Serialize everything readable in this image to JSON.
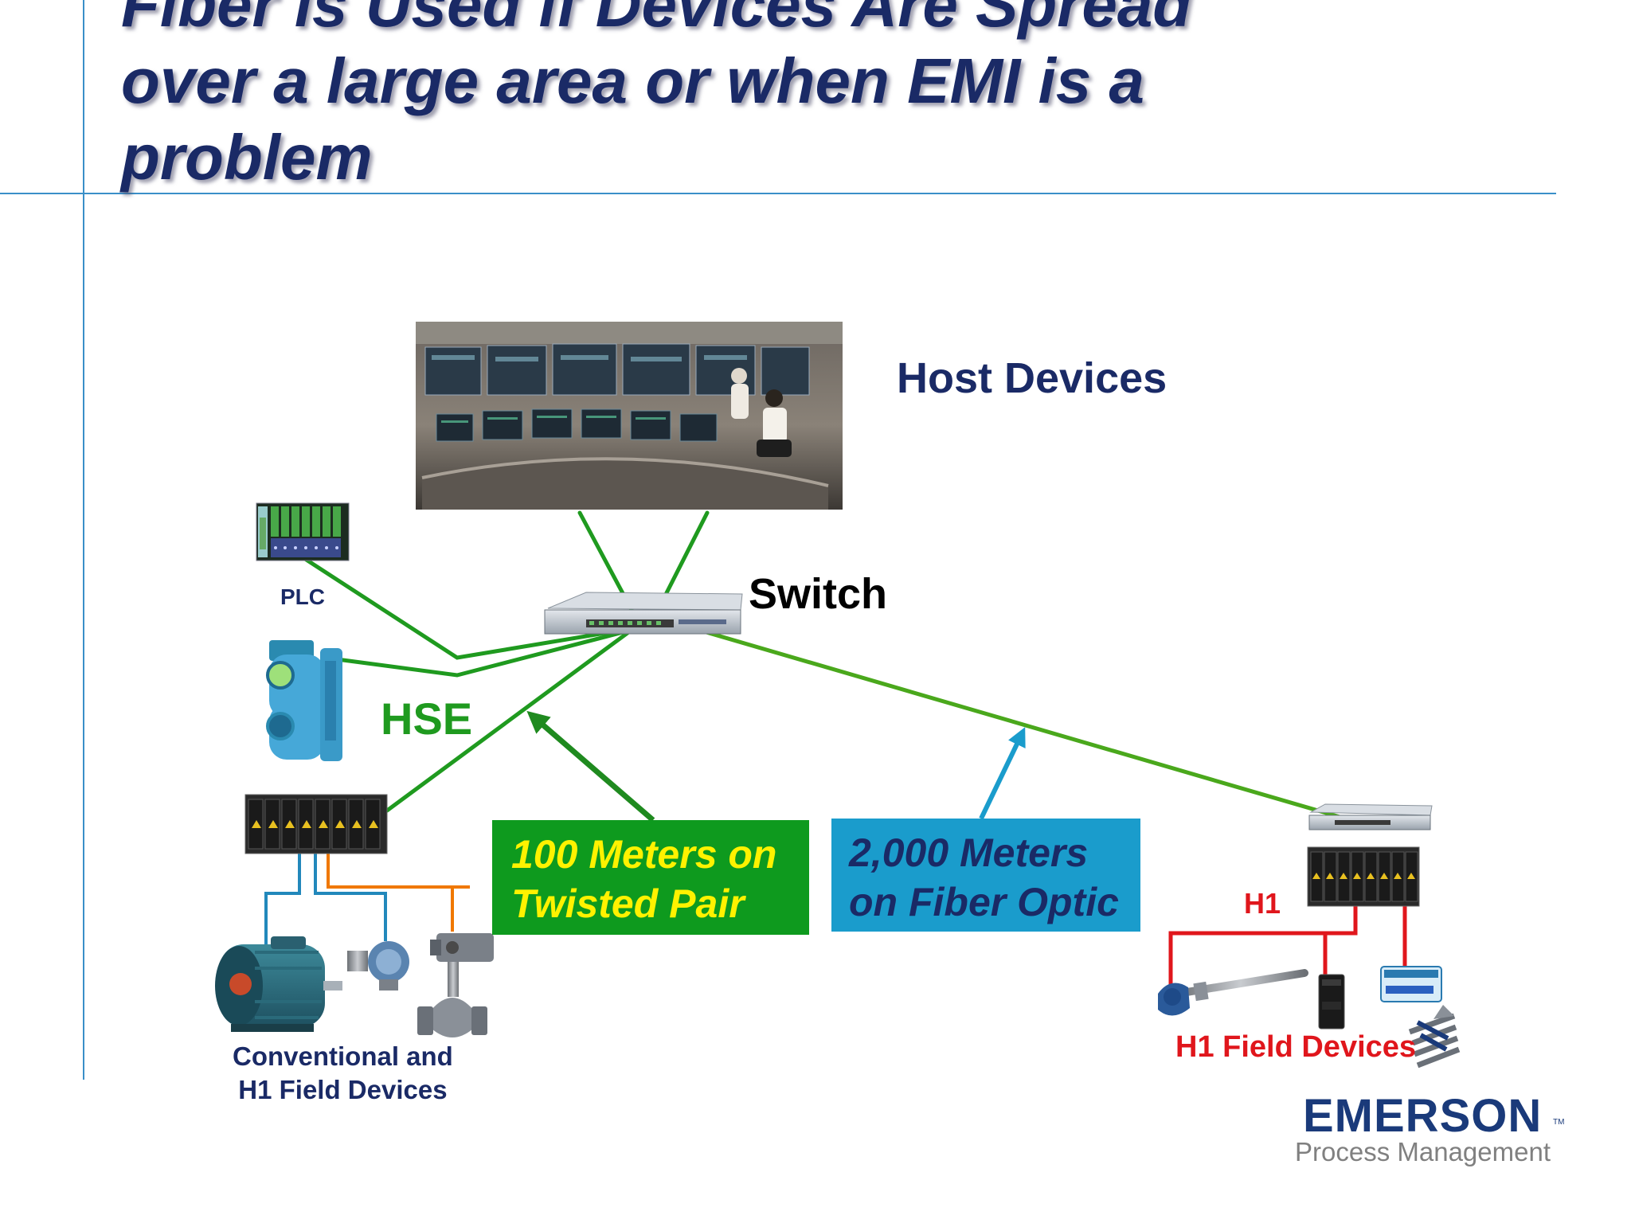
{
  "slide": {
    "title_lines": [
      "Fiber is Used if  Devices Are Spread",
      "over a large area or when EMI is a",
      "problem"
    ],
    "labels": {
      "host_devices": "Host Devices",
      "switch": "Switch",
      "plc": "PLC",
      "hse": "HSE",
      "h1": "H1",
      "h1_field_devices": "H1 Field Devices",
      "conventional_lines": [
        "Conventional and",
        "H1 Field Devices"
      ]
    },
    "callouts": {
      "twisted_pair_lines": [
        "100 Meters on",
        "Twisted Pair"
      ],
      "fiber_optic_lines": [
        "2,000 Meters",
        "on Fiber Optic"
      ]
    },
    "logo": {
      "name": "EMERSON",
      "trademark": "TM",
      "subtitle": "Process Management"
    }
  },
  "colors": {
    "title": "#1a2a66",
    "hse_line": "#1f9a1f",
    "fiber_line": "#4aa81c",
    "h1_line": "#e0161c",
    "conventional_line": "#f07800",
    "blue_line": "#2288bb",
    "callout_twisted_pair": "#0e9a1e",
    "callout_fiber": "#1a9ccc",
    "guide_line": "#3a8fc8"
  },
  "icons": [
    "control-room-photo-icon",
    "plc-rack-icon",
    "ethernet-switch-icon",
    "linking-device-icon",
    "io-rack-icon",
    "electric-motor-icon",
    "pressure-transmitter-icon",
    "control-valve-icon",
    "temperature-probe-icon",
    "io-module-icon",
    "emerson-logo-icon"
  ]
}
